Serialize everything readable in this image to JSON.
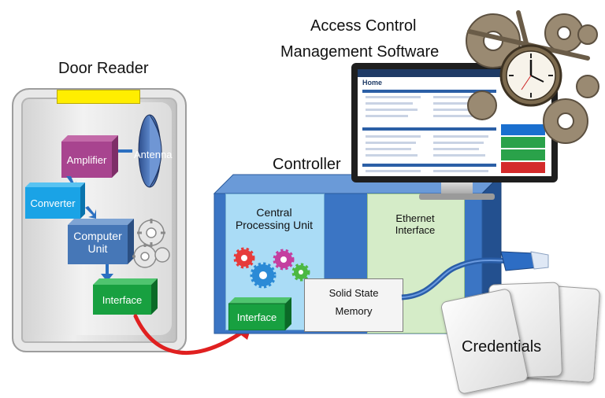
{
  "labels": {
    "door_reader": "Door Reader",
    "software_line1": "Access Control",
    "software_line2": "Management Software",
    "controller": "Controller",
    "credentials": "Credentials"
  },
  "reader": {
    "amplifier": "Amplifier",
    "antenna": "Antenna",
    "converter": "Converter",
    "computer_unit_line1": "Computer",
    "computer_unit_line2": "Unit",
    "interface": "Interface"
  },
  "controller_parts": {
    "cpu_line1": "Central",
    "cpu_line2": "Processing Unit",
    "ethernet_line1": "Ethernet",
    "ethernet_line2": "Interface",
    "memory_line1": "Solid State",
    "memory_line2": "Memory",
    "interface": "Interface"
  },
  "software_screen": {
    "header": "Home"
  },
  "colors": {
    "amplifier": "#a8448f",
    "converter": "#1aa3e6",
    "computer_unit": "#4677b7",
    "interface": "#18a040",
    "controller": "#3b75c4",
    "cpu_panel": "#aadcf6",
    "ethernet_panel": "#d5ecc8",
    "arrow": "#e02020",
    "led": "#ffee00"
  }
}
